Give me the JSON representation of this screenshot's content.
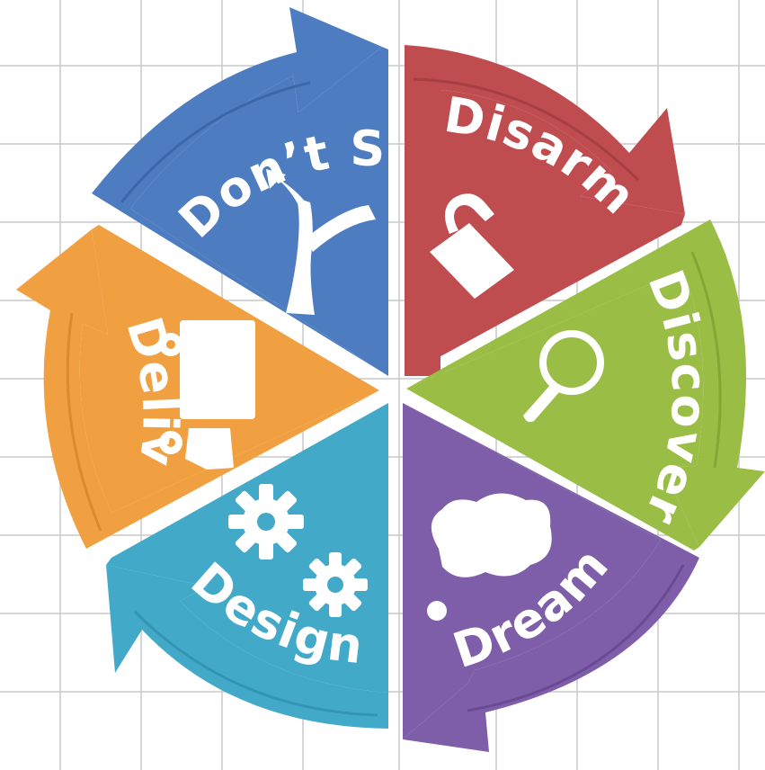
{
  "segments": [
    {
      "label": "Don’t Settle",
      "color": "#4d7dc0",
      "groove": "#3b68a8",
      "icon": "path-fork-arrow-icon"
    },
    {
      "label": "Disarm",
      "color": "#bf4d50",
      "groove": "#a63e42",
      "icon": "open-padlock-icon"
    },
    {
      "label": "Discover",
      "color": "#9abd46",
      "groove": "#84a637",
      "icon": "magnifying-glass-icon"
    },
    {
      "label": "Dream",
      "color": "#7e5ea8",
      "groove": "#6a4b93",
      "icon": "thought-bubble-icon"
    },
    {
      "label": "Design",
      "color": "#43a9c9",
      "groove": "#3394b3",
      "icon": "gears-icon"
    },
    {
      "label": "Deliver",
      "color": "#f0a040",
      "groove": "#db8b2c",
      "icon": "delivery-truck-icon"
    }
  ]
}
